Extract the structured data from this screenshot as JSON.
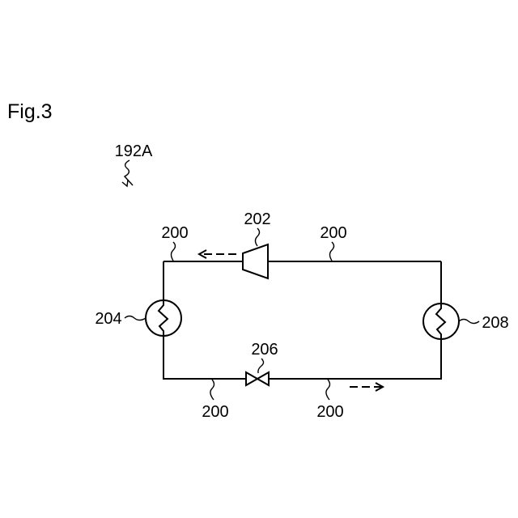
{
  "figure_label": "Fig.3",
  "system_label": "192A",
  "components": {
    "compressor": "202",
    "left_exchanger": "204",
    "valve": "206",
    "right_exchanger": "208"
  },
  "pipes": [
    "200",
    "200",
    "200",
    "200"
  ]
}
